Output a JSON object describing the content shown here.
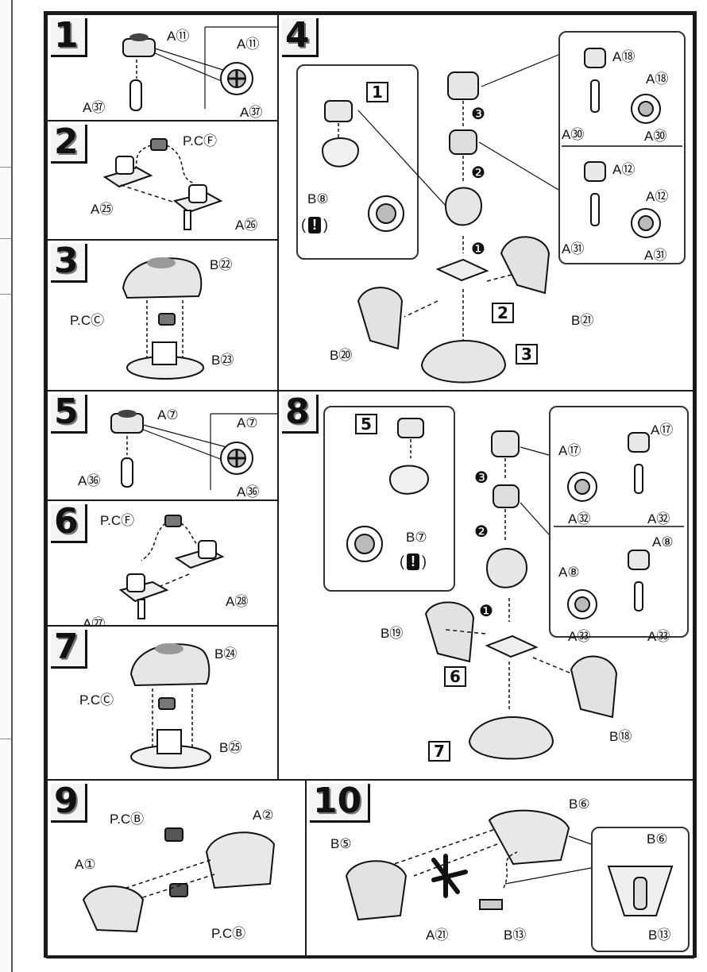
{
  "steps": {
    "s1": {
      "num": "1",
      "labels": [
        "A⑪",
        "A㊲",
        "A⑪",
        "A㊲"
      ]
    },
    "s2": {
      "num": "2",
      "labels": [
        "P.CⒻ",
        "A㉕",
        "A㉖"
      ]
    },
    "s3": {
      "num": "3",
      "labels": [
        "B㉒",
        "P.CⒸ",
        "B㉓"
      ]
    },
    "s4": {
      "num": "4",
      "labels": [
        "B⑧",
        "A⑱",
        "A⑱",
        "A㉚",
        "A㉚",
        "A⑫",
        "A⑫",
        "A㉛",
        "A㉛",
        "B㉑",
        "B⑳"
      ],
      "refs": [
        "1",
        "2",
        "3"
      ],
      "order": [
        "❸",
        "❷",
        "❶"
      ]
    },
    "s5": {
      "num": "5",
      "labels": [
        "A⑦",
        "A⑦",
        "A㊱",
        "A㊱"
      ]
    },
    "s6": {
      "num": "6",
      "labels": [
        "P.CⒻ",
        "A㉘",
        "A㉗"
      ]
    },
    "s7": {
      "num": "7",
      "labels": [
        "B㉔",
        "P.CⒸ",
        "B㉕"
      ]
    },
    "s8": {
      "num": "8",
      "labels": [
        "B⑦",
        "A⑰",
        "A⑰",
        "A㉜",
        "A㉜",
        "A⑧",
        "A⑧",
        "A㉝",
        "A㉝",
        "B⑲",
        "B⑱"
      ],
      "refs": [
        "5",
        "6",
        "7"
      ],
      "order": [
        "❸",
        "❷",
        "❶"
      ]
    },
    "s9": {
      "num": "9",
      "labels": [
        "P.CⒷ",
        "A②",
        "A①",
        "P.CⒷ"
      ]
    },
    "s10": {
      "num": "10",
      "labels": [
        "B⑥",
        "B⑤",
        "B⑥",
        "A㉑",
        "B⑬",
        "B⑬"
      ]
    }
  },
  "caution": {
    "open": "(",
    "mark": "!",
    "close": ")"
  }
}
